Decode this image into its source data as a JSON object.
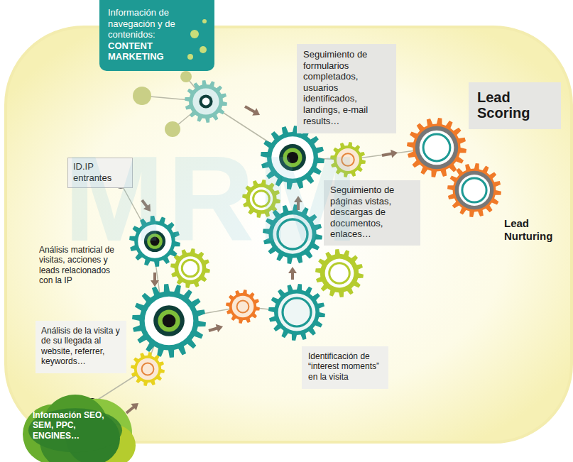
{
  "diagram": {
    "nodes": [
      {
        "text": [
          "Información de navegación y de contenidos:",
          "CONTENT MARKETING"
        ]
      },
      {
        "text": [
          "Seguimiento de formularios completados, usuarios identificados, landings, e-mail results…"
        ]
      },
      {
        "text": [
          "Lead Scoring"
        ]
      },
      {
        "text": [
          "ID.IP entrantes"
        ]
      },
      {
        "text": [
          "Seguimiento de páginas vistas, descargas de documentos, enlaces…"
        ]
      },
      {
        "text": [
          "Análisis de la visita y de su llegada al website, referrer, keywords…"
        ]
      },
      {
        "text": [
          "Identificación de “interest moments” en la visita"
        ]
      },
      {
        "text": [
          "Información SEO, SEM, PPC, ENGINES…"
        ]
      }
    ],
    "labels": [
      "Análisis matricial de visitas, acciones y leads relacionados con la IP",
      "Lead Nurturing",
      "MRM"
    ]
  }
}
